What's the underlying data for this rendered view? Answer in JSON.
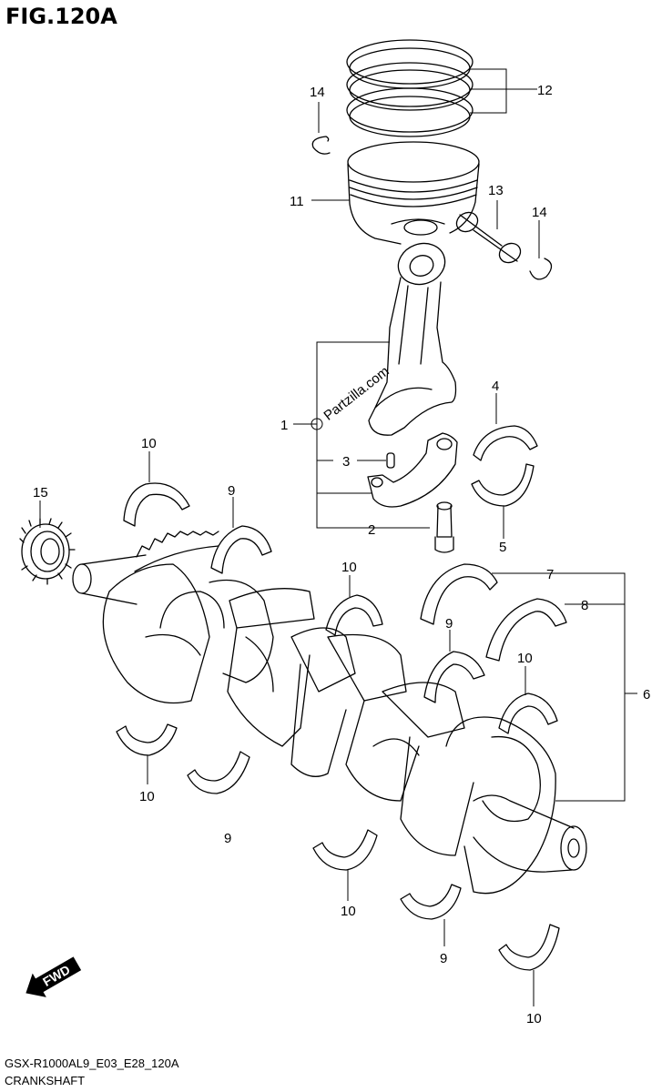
{
  "figure": {
    "title": "FIG.120A",
    "code": "GSX-R1000AL9_E03_E28_120A",
    "name": "CRANKSHAFT",
    "watermark": "Partzilla.com",
    "fwd_label": "FWD"
  },
  "callouts": [
    {
      "id": "c1",
      "label": "1"
    },
    {
      "id": "c2",
      "label": "2"
    },
    {
      "id": "c3",
      "label": "3"
    },
    {
      "id": "c4",
      "label": "4"
    },
    {
      "id": "c5",
      "label": "5"
    },
    {
      "id": "c6",
      "label": "6"
    },
    {
      "id": "c7",
      "label": "7"
    },
    {
      "id": "c8",
      "label": "8"
    },
    {
      "id": "c9a",
      "label": "9"
    },
    {
      "id": "c9b",
      "label": "9"
    },
    {
      "id": "c9c",
      "label": "9"
    },
    {
      "id": "c9d",
      "label": "9"
    },
    {
      "id": "c10a",
      "label": "10"
    },
    {
      "id": "c10b",
      "label": "10"
    },
    {
      "id": "c10c",
      "label": "10"
    },
    {
      "id": "c10d",
      "label": "10"
    },
    {
      "id": "c10e",
      "label": "10"
    },
    {
      "id": "c10f",
      "label": "10"
    },
    {
      "id": "c11",
      "label": "11"
    },
    {
      "id": "c12",
      "label": "12"
    },
    {
      "id": "c13",
      "label": "13"
    },
    {
      "id": "c14a",
      "label": "14"
    },
    {
      "id": "c14b",
      "label": "14"
    },
    {
      "id": "c15",
      "label": "15"
    }
  ]
}
